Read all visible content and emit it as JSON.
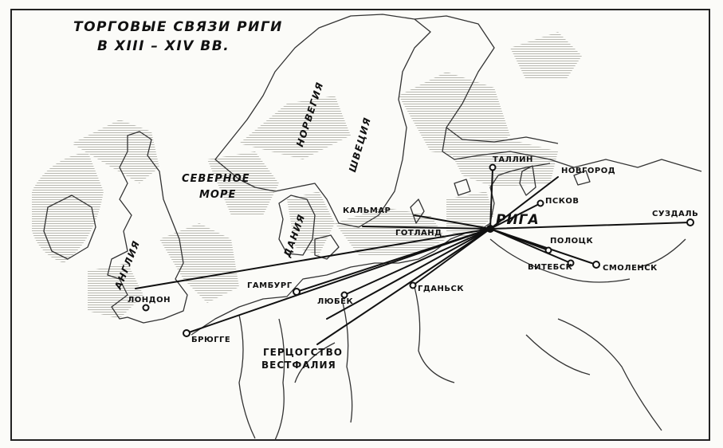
{
  "map": {
    "title_line1": "ТОРГОВЫЕ СВЯЗИ РИГИ",
    "title_line2": "В XIII – XIV ВВ.",
    "seas": {
      "north_sea_line1": "СЕВЕРНОЕ",
      "north_sea_line2": "МОРЕ"
    },
    "countries": {
      "england": "АНГЛИЯ",
      "denmark": "ДАНИЯ",
      "norway": "НОРВЕГИЯ",
      "sweden": "ШВЕЦИЯ"
    },
    "region": {
      "westphalia_line1": "ГЕРЦОГСТВО",
      "westphalia_line2": "ВЕСТФАЛИЯ"
    },
    "hub": "РИГА",
    "cities": {
      "tallinn": "ТАЛЛИН",
      "novgorod": "НОВГОРОД",
      "pskov": "ПСКОВ",
      "suzdal": "СУЗДАЛЬ",
      "kalmar": "КАЛЬМАР",
      "gotland": "ГОТЛАНД",
      "polotsk": "ПОЛОЦК",
      "vitebsk": "ВИТЕБСК",
      "smolensk": "СМОЛЕНСК",
      "gamburg": "ГАМБУРГ",
      "lubeck": "ЛЮБЕК",
      "gdansk": "ГДАНЬСК",
      "london": "ЛОНДОН",
      "brugge": "БРЮГГЕ"
    }
  }
}
